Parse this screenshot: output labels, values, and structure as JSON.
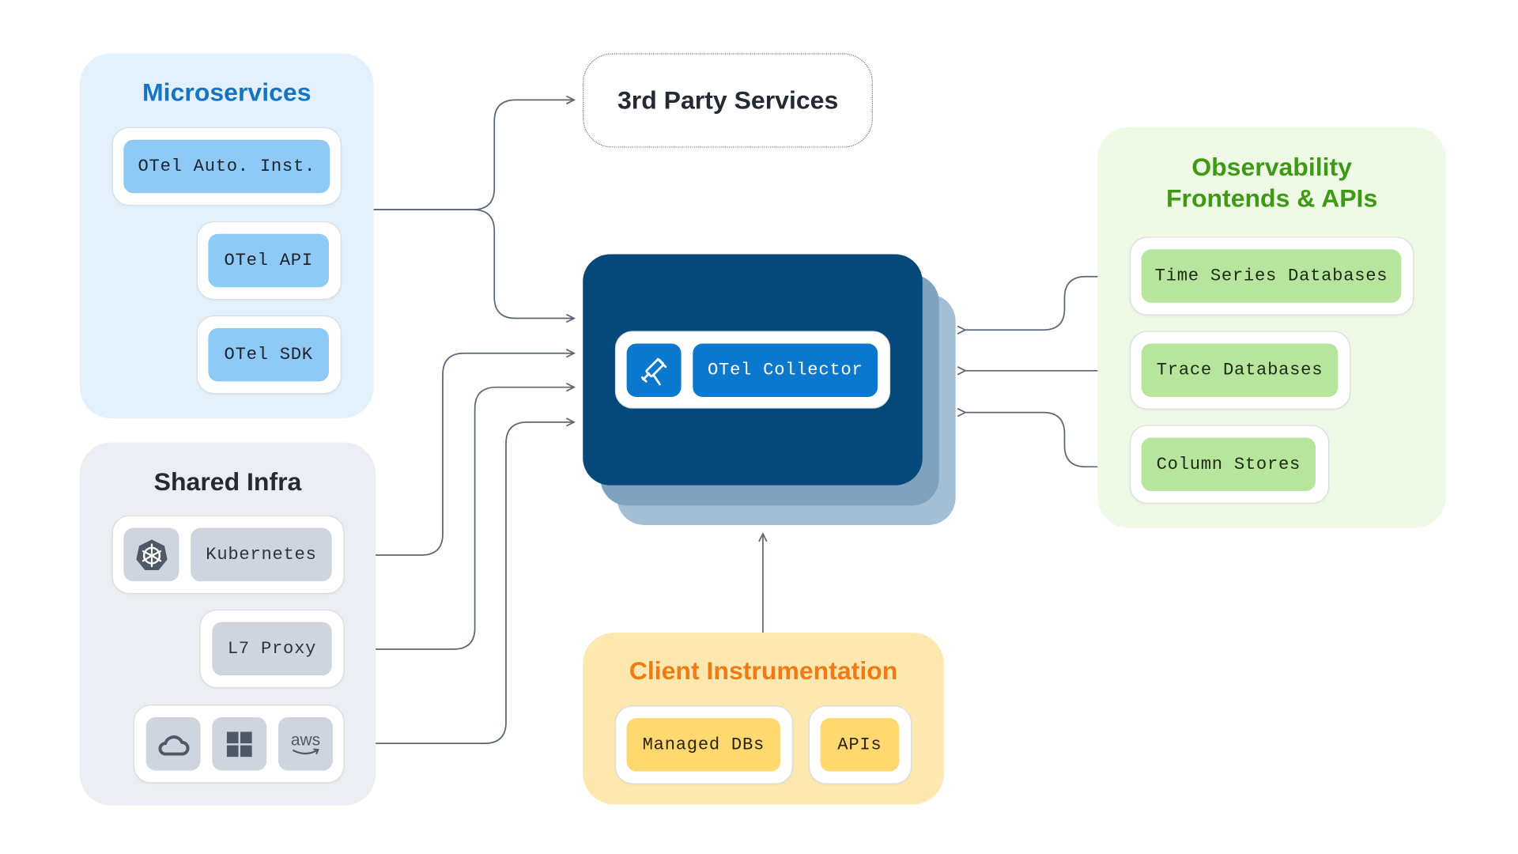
{
  "microservices": {
    "title": "Microservices",
    "items": [
      "OTel Auto. Inst.",
      "OTel API",
      "OTel SDK"
    ]
  },
  "shared_infra": {
    "title": "Shared Infra",
    "items": [
      "Kubernetes",
      "L7 Proxy"
    ],
    "cloud_icons": [
      "cloud-icon",
      "windows-icon",
      "aws-icon"
    ],
    "aws_label": "aws"
  },
  "third_party": {
    "title": "3rd Party Services"
  },
  "collector": {
    "label": "OTel Collector",
    "icon": "telescope-icon"
  },
  "observability": {
    "title_line1": "Observability",
    "title_line2": "Frontends & APIs",
    "items": [
      "Time Series Databases",
      "Trace Databases",
      "Column Stores"
    ]
  },
  "client": {
    "title": "Client Instrumentation",
    "items": [
      "Managed DBs",
      "APIs"
    ]
  },
  "colors": {
    "micro_title": "#1574c4",
    "infra_title": "#232a33",
    "obs_title": "#3d9a13",
    "client_title": "#f07a14",
    "collector_bg": "#05497a",
    "collector_pill": "#0a78cc"
  }
}
